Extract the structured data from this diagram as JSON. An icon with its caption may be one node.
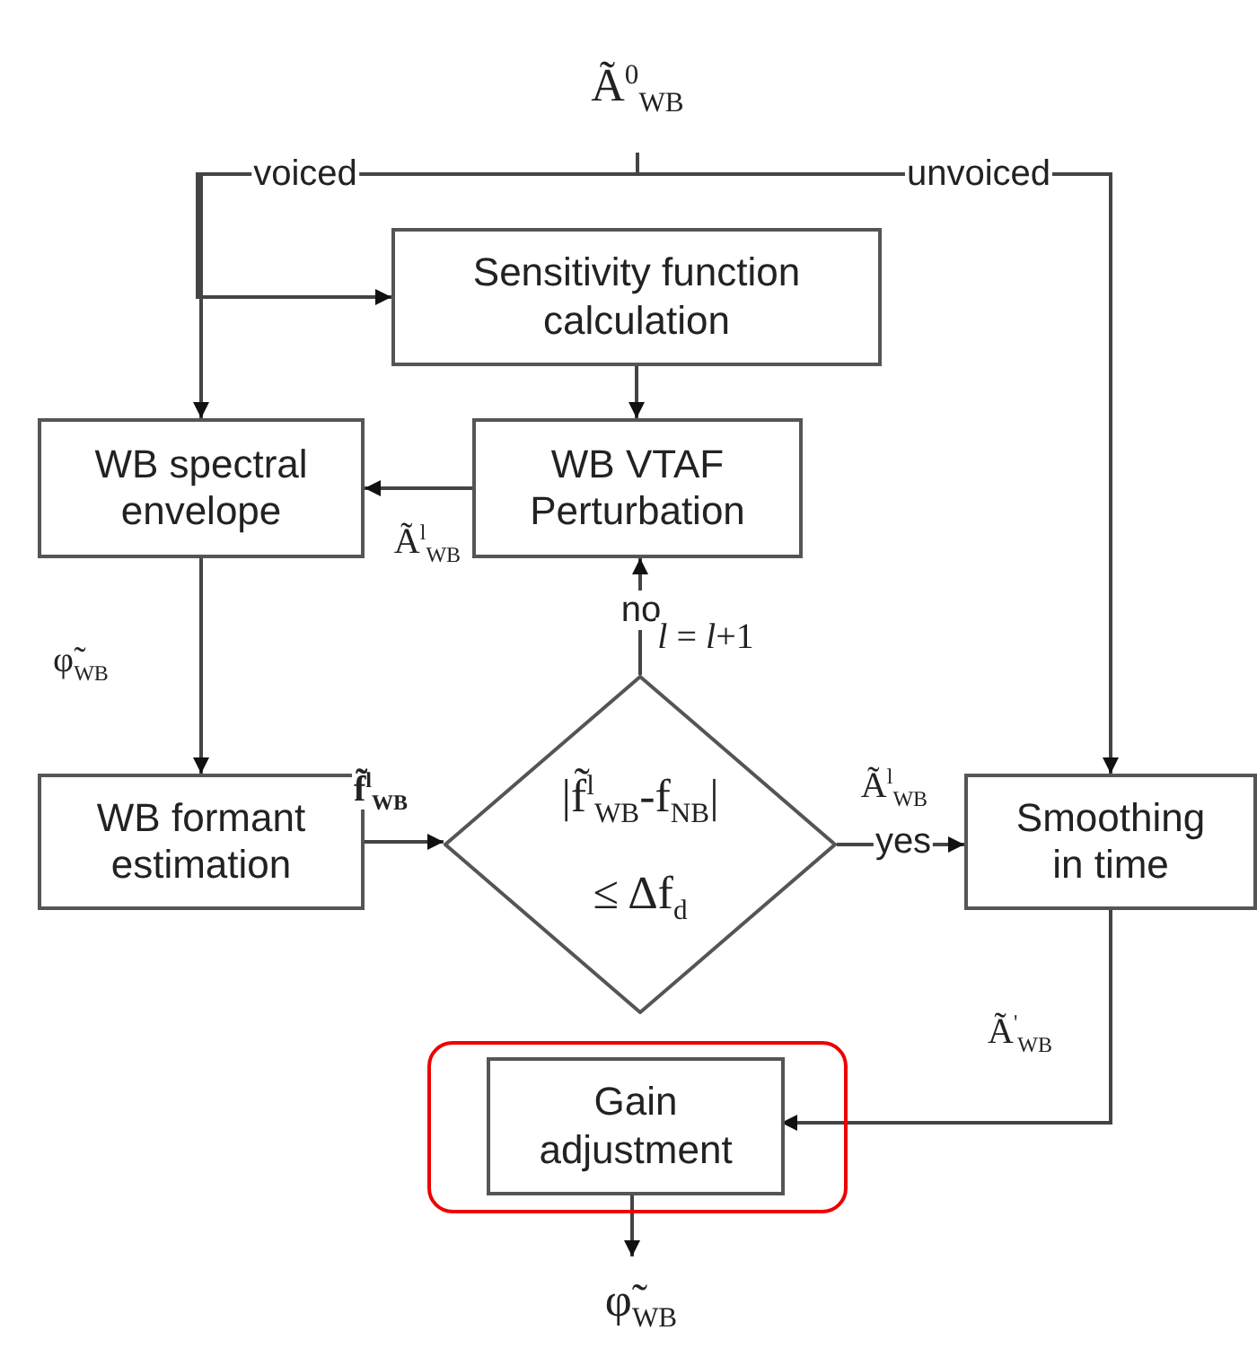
{
  "diagram": {
    "nodes": [
      {
        "text": [
          "Ã$^{0}$$_{WB}$"
        ]
      },
      {
        "text": [
          "Sensitivity function calculation"
        ]
      },
      {
        "text": [
          "WB spectral envelope"
        ]
      },
      {
        "text": [
          "WB VTAF Perturbation"
        ]
      },
      {
        "text": [
          "WB formant estimation"
        ]
      },
      {
        "text": [
          "|f̃$^{l}$$_{WB}$-f$_{NB}$|",
          "≤ Δf$_{d}$"
        ]
      },
      {
        "text": [
          "Smoothing in time"
        ]
      },
      {
        "text": [],
        "shape": "box"
      },
      {
        "text": [
          "Gain adjustment"
        ],
        "in": 7
      },
      {
        "text": [
          "φ̃$_{WB}$"
        ]
      }
    ],
    "edges": [
      {
        "from": 0,
        "to": 2,
        "arrow": "to",
        "label": "voiced"
      },
      {
        "from": 0,
        "to": 1,
        "arrow": "to"
      },
      {
        "from": 0,
        "to": 6,
        "arrow": "to",
        "label": "unvoiced"
      },
      {
        "from": 1,
        "to": 3,
        "arrow": "to"
      },
      {
        "from": 3,
        "to": 2,
        "arrow": "to",
        "label": "Ã$^{l}$$_{WB}$"
      },
      {
        "from": 2,
        "to": 4,
        "arrow": "to",
        "label": "φ̃$_{WB}$"
      },
      {
        "from": 4,
        "to": 5,
        "arrow": "to",
        "label": "f̃$^{l}$$_{WB}$"
      },
      {
        "from": 5,
        "to": 3,
        "arrow": "to",
        "label": "no"
      },
      {
        "from": 5,
        "to": 6,
        "arrow": "to",
        "label": "yes"
      },
      {
        "from": 6,
        "to": 8,
        "arrow": "to",
        "label": "Ã$^{'}$$_{WB}$"
      },
      {
        "from": 8,
        "to": 9,
        "arrow": "to"
      }
    ],
    "labels": [
      "*l* = *l*+1",
      "Ã$^{l}$$_{WB}$"
    ]
  }
}
